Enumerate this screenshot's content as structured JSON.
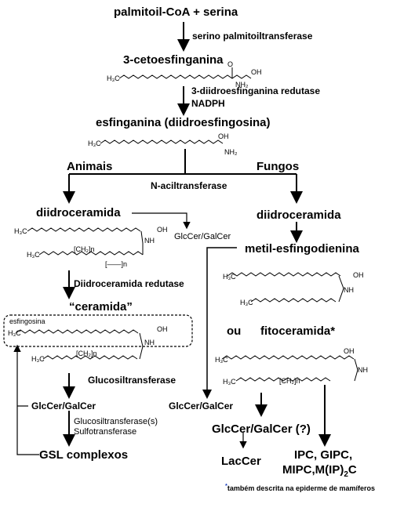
{
  "nodes": {
    "start": "palmitoil-CoA + serina",
    "step1_enzyme": "serino palmitoiltransferase",
    "ketosphinganine": "3-cetoesfinganina",
    "step2_enzyme": "3-diidroesfinganina redutase",
    "step2_cofactor": "NADPH",
    "sphinganine": "esfinganina (diidroesfingosina)",
    "branch_animals": "Animais",
    "branch_fungi": "Fungos",
    "acyltransferase": "N-aciltransferase",
    "dihydroceramide_animals": "diidroceramida",
    "dihydroceramide_fungi": "diidroceramida",
    "glccer_side": "GlcCer/GalCer",
    "methyl_sphingadienine": "metil-esfingodienina",
    "dihydroceramide_reductase": "Diidroceramida redutase",
    "ceramide": "“ceramida”",
    "sphingosine_label": "esfingosina",
    "or": "ou",
    "phytoceramide": "fitoceramida*",
    "glucosyltransferase": "Glucosiltransferase",
    "glccer_animals": "GlcCer/GalCer",
    "glccer_fungi_left": "GlcCer/GalCer",
    "glccer_fungi_q": "GlcCer/GalCer (?)",
    "enzymes_complex_1": "Glucosiltransferase(s)",
    "enzymes_complex_2": "Sulfotransferase",
    "gsl_complex": "GSL complexos",
    "laccer": "LacCer",
    "ipc_line1": "IPC, GIPC,",
    "ipc_line2_prefix": "MIPC,M(IP)",
    "ipc_line2_sub": "2",
    "ipc_line2_suffix": "C",
    "footnote_star": "*",
    "footnote": "também descrita na epiderme de mamíferos"
  },
  "structure_labels": {
    "h3c": "H₃C",
    "nh2": "NH₂",
    "oh": "OH",
    "o": "O",
    "nh": "NH",
    "ch2n": "[CH₂]n",
    "chain": "[——]n"
  }
}
